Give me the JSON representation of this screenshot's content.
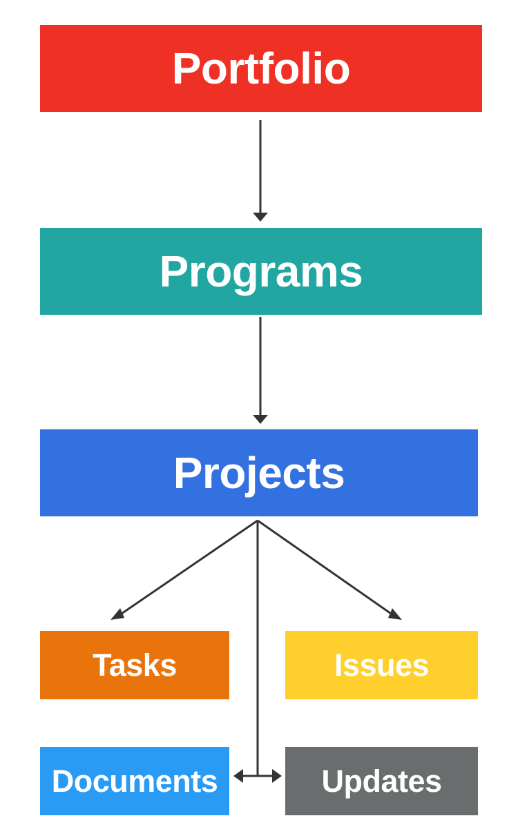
{
  "diagram": {
    "nodes": {
      "portfolio": {
        "label": "Portfolio",
        "color": "#ef3024"
      },
      "programs": {
        "label": "Programs",
        "color": "#21a6a1"
      },
      "projects": {
        "label": "Projects",
        "color": "#3471e0"
      },
      "tasks": {
        "label": "Tasks",
        "color": "#e8740b"
      },
      "issues": {
        "label": "Issues",
        "color": "#fecf2d"
      },
      "documents": {
        "label": "Documents",
        "color": "#2a9bf5"
      },
      "updates": {
        "label": "Updates",
        "color": "#6a6d6d"
      }
    },
    "edges": [
      {
        "from": "portfolio",
        "to": "programs"
      },
      {
        "from": "programs",
        "to": "projects"
      },
      {
        "from": "projects",
        "to": "tasks"
      },
      {
        "from": "projects",
        "to": "issues"
      },
      {
        "from": "projects",
        "to": "documents"
      },
      {
        "from": "projects",
        "to": "updates"
      }
    ],
    "connector_color": "#333333"
  }
}
